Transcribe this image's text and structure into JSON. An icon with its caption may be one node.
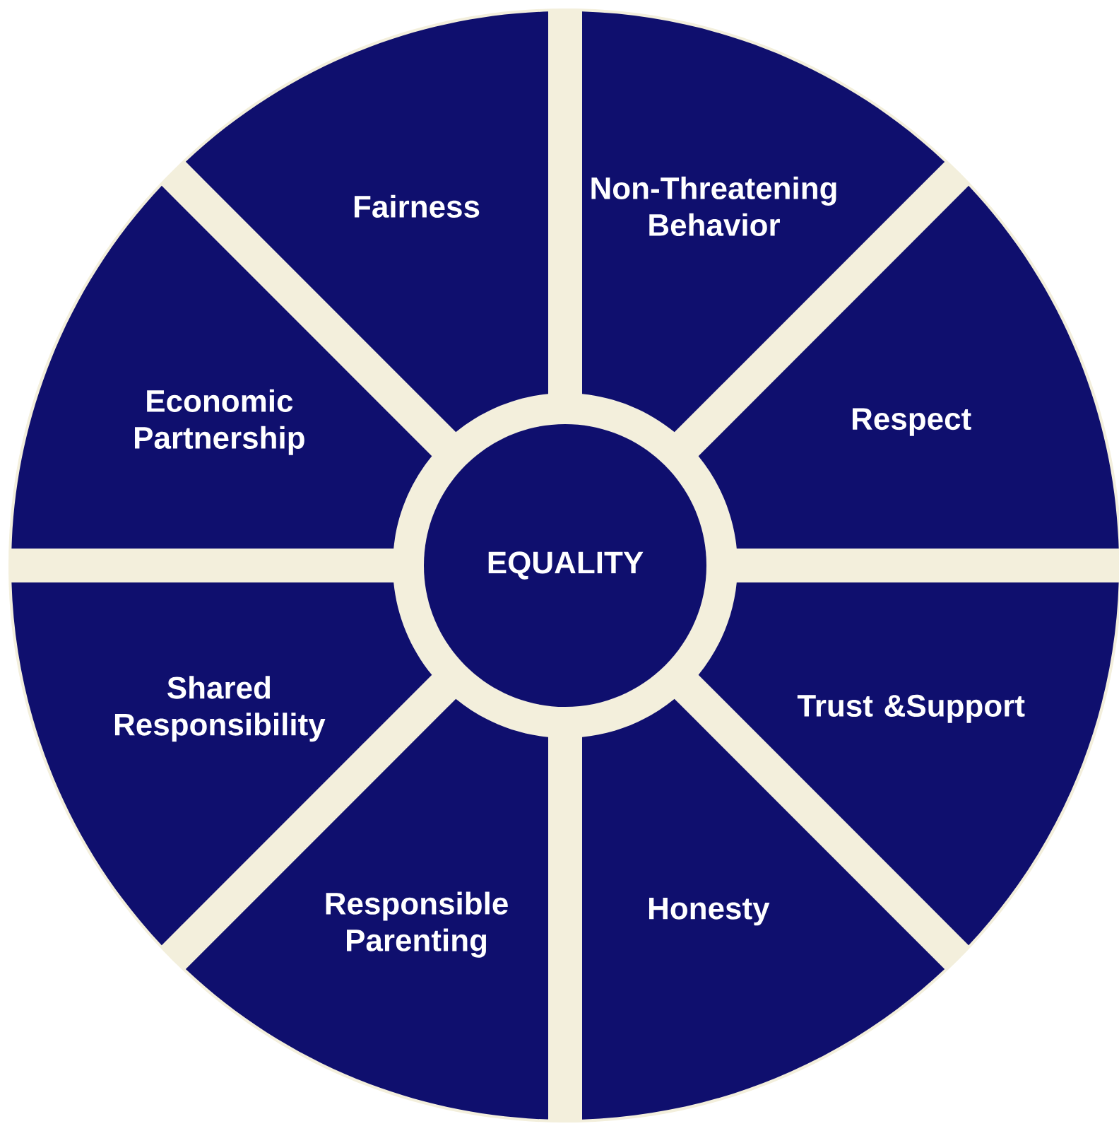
{
  "diagram": {
    "nodes": [
      {
        "text": [
          "Fairness"
        ]
      },
      {
        "text": [
          "Non-Threatening Behavior"
        ]
      },
      {
        "text": [
          "Respect"
        ]
      },
      {
        "text": [
          "Trust &Support"
        ]
      },
      {
        "text": [
          "Honesty"
        ]
      },
      {
        "text": [
          "Responsible Parenting"
        ]
      },
      {
        "text": [
          "Shared Responsibility"
        ]
      },
      {
        "text": [
          "Economic Partnership"
        ]
      },
      {
        "text": [
          "EQUALITY"
        ]
      }
    ]
  }
}
